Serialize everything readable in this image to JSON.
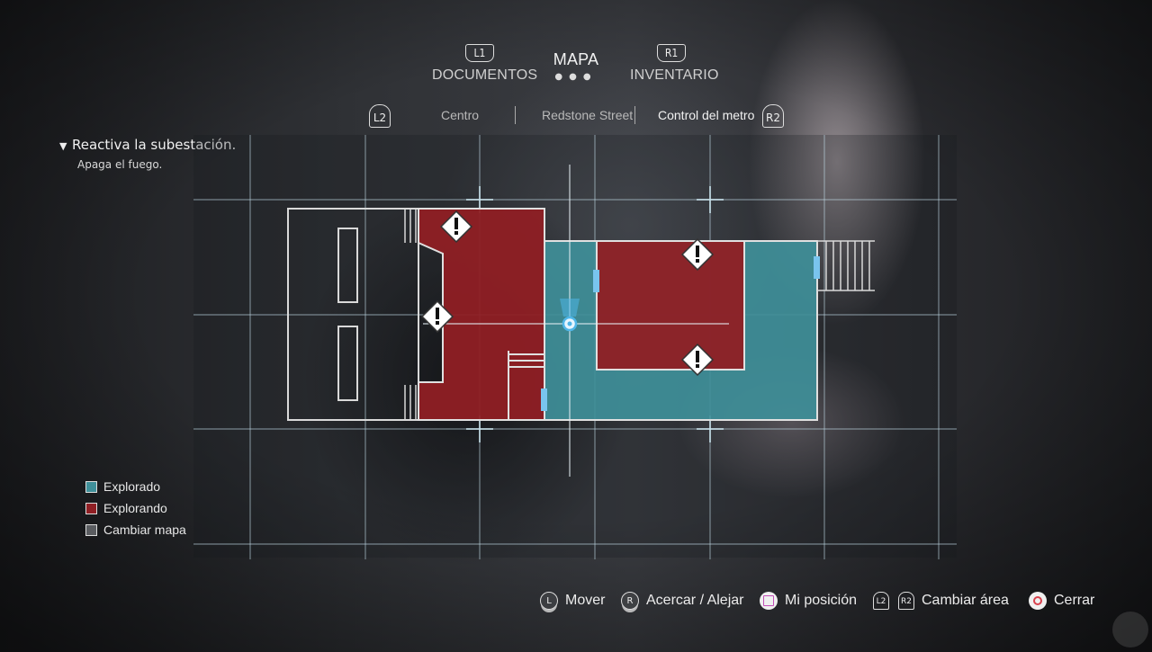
{
  "topnav": {
    "left": {
      "button": "L1",
      "label": "DOCUMENTOS"
    },
    "center": {
      "label": "MAPA"
    },
    "right": {
      "button": "R1",
      "label": "INVENTARIO"
    }
  },
  "areas": {
    "prev_button": "L2",
    "next_button": "R2",
    "items": [
      "Centro",
      "Redstone Street",
      "Control del metro"
    ],
    "current": "Control del metro"
  },
  "objective": {
    "title": "Reactiva la subestación.",
    "subtitle": "Apaga el fuego."
  },
  "legend": [
    {
      "label": "Explorado",
      "color": "#3f8f99"
    },
    {
      "label": "Explorando",
      "color": "#8f1f24"
    },
    {
      "label": "Cambiar mapa",
      "color": "#5a5c60"
    }
  ],
  "hints": [
    {
      "button": "L",
      "label": "Mover"
    },
    {
      "button": "R",
      "label": "Acercar / Alejar"
    },
    {
      "button": "square",
      "label": "Mi posición"
    },
    {
      "button": "L2 R2",
      "label": "Cambiar área"
    },
    {
      "button": "circle",
      "label": "Cerrar"
    }
  ],
  "colors": {
    "explored": "#3f8f99",
    "exploring": "#8f1f24",
    "door": "#79c4ee",
    "player": "#4fb6e8"
  },
  "icons": {
    "alert": "exclamation-diamond-icon",
    "player": "player-position-icon"
  }
}
